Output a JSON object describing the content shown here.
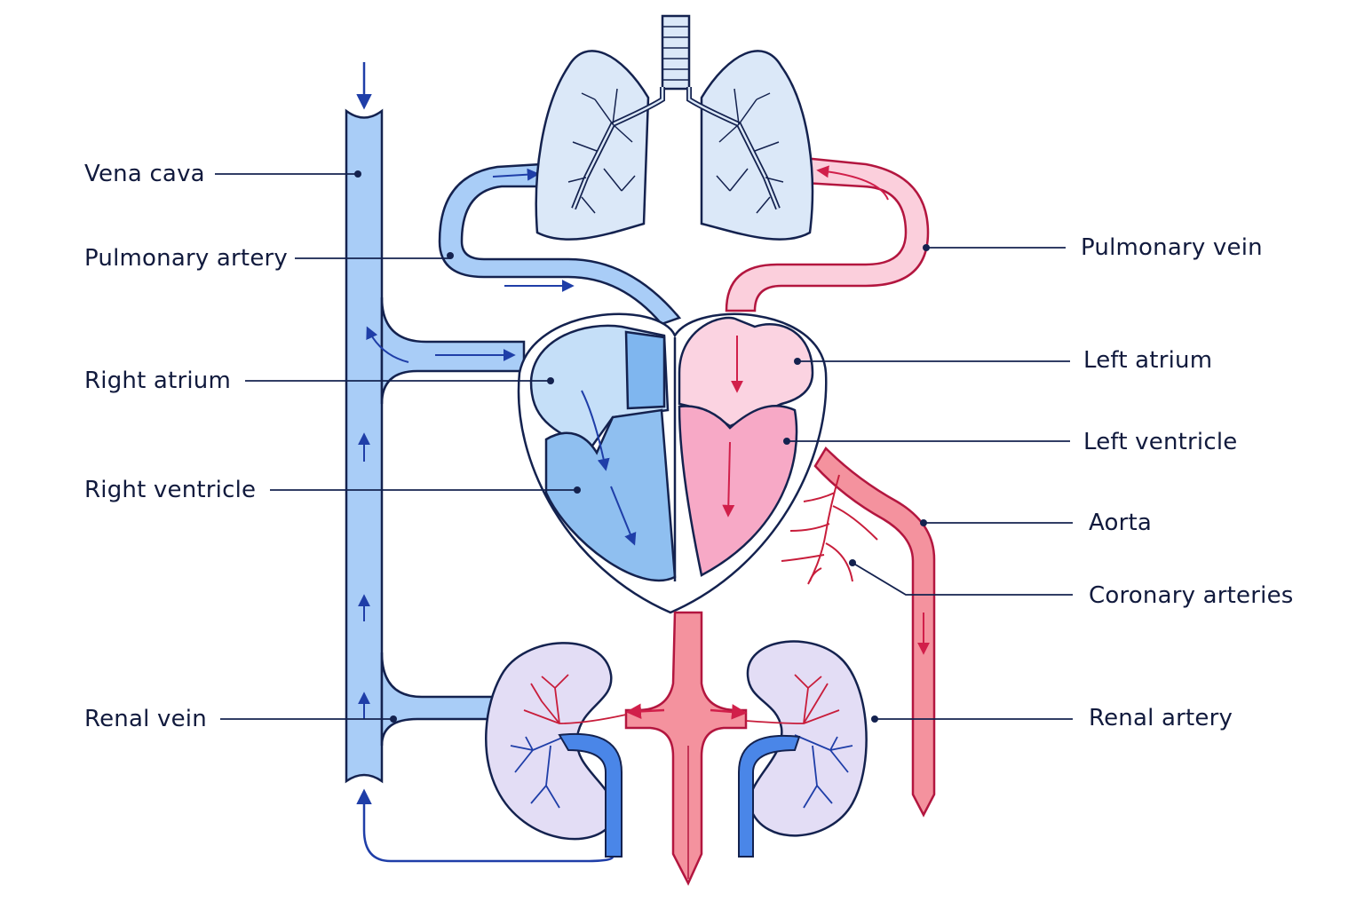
{
  "labels": {
    "vena_cava": "Vena cava",
    "pulmonary_artery": "Pulmonary artery",
    "right_atrium": "Right atrium",
    "right_ventricle": "Right ventricle",
    "renal_vein": "Renal vein",
    "pulmonary_vein": "Pulmonary vein",
    "left_atrium": "Left atrium",
    "left_ventricle": "Left ventricle",
    "aorta": "Aorta",
    "coronary_arteries": "Coronary arteries",
    "renal_artery": "Renal artery"
  },
  "colors": {
    "outline": "#14224f",
    "label_text": "#111a3d",
    "deoxygenated_fill": "#a9cdf7",
    "deoxygenated_arrow": "#1f3ea8",
    "oxygenated_fill": "#f4929e",
    "oxygenated_arrow": "#d11f4a",
    "lung_fill": "#dbe8f8",
    "kidney_fill": "#e3ddf5",
    "left_atrium_fill": "#fbd3e1",
    "left_ventricle_fill": "#f7a9c6",
    "right_atrium_fill": "#c5dff8",
    "right_ventricle_fill": "#8fbff0"
  }
}
